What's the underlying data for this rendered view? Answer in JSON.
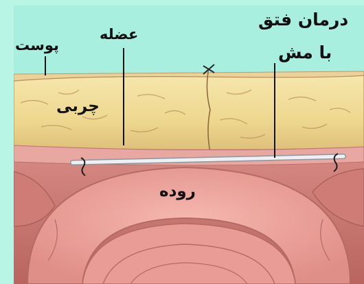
{
  "labels": {
    "skin": "پوست",
    "muscle": "عضله",
    "fat": "چربی",
    "treatment_line1": "درمان فتق",
    "treatment_line2": "با مش",
    "intestine": "روده"
  },
  "colors": {
    "background": "#b8f5e4",
    "fat": "#f0dd9a",
    "tissue": "#dc8d88",
    "intestine": "#f0a8a2",
    "mesh": "#e6eaee"
  }
}
